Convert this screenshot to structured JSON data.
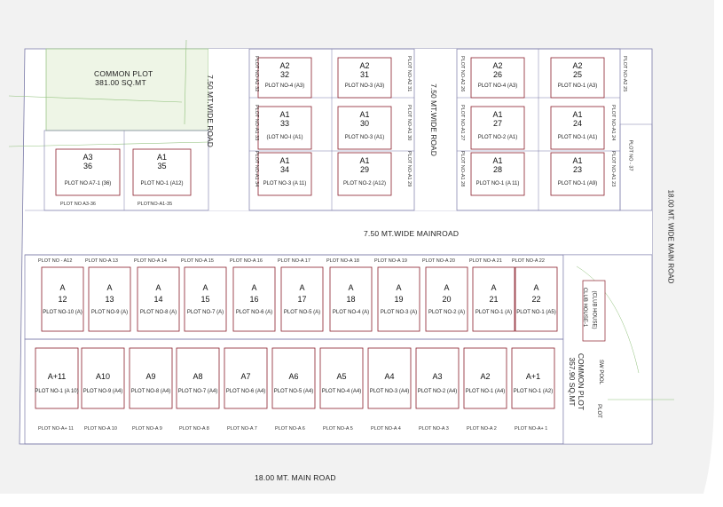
{
  "common_plot_top": {
    "title": "COMMON PLOT",
    "area": "381.00 SQ.MT"
  },
  "common_plot_right": {
    "title": "COMMON PLOT",
    "area": "357.90 SQ.MT"
  },
  "roads": {
    "left_vertical": "7.50 MT.WIDE ROAD",
    "center_vertical": "7.50 MT.WIDE ROAD",
    "main_horizontal": "7.50 MT.WIDE MAINROAD",
    "east_main": "18.00 MT. WIDE MAIN ROAD",
    "south_main": "18.00  MT. MAIN ROAD"
  },
  "clubhouse": {
    "label1": "CLUB HOUSE-1",
    "label2": "(CLUB HOUSE)",
    "pool": "SW POOL",
    "plot": "PLOT",
    "plot_37": "PLOT NO - 37"
  },
  "top_block_plots": [
    {
      "code": "A2",
      "num": "32",
      "sub": "PLOT NO-4 (A3)",
      "side": "PLOT NO-A2 32"
    },
    {
      "code": "A2",
      "num": "31",
      "sub": "PLOT NO-3 (A3)",
      "side": "PLOT NO-A2 31"
    },
    {
      "code": "A1",
      "num": "33",
      "sub": "(LOT NO-I (A1)",
      "side": "PLOT NO-A1 33"
    },
    {
      "code": "A1",
      "num": "30",
      "sub": "PLOT NO-3 (A1)",
      "side": "PLOT NO-A1 30"
    },
    {
      "code": "A1",
      "num": "34",
      "sub": "PLOT NO-3 (A 11)",
      "side": "PLOT NO-A1 34"
    },
    {
      "code": "A1",
      "num": "29",
      "sub": "PLOT NO-2 (A12)",
      "side": "PLOT NO-A1 29"
    },
    {
      "code": "A2",
      "num": "26",
      "sub": "PLOT NO-4 (A3)",
      "side": "PLOT NO-A2 26"
    },
    {
      "code": "A2",
      "num": "25",
      "sub": "PLOT NO-1 (A3)",
      "side": "PLOT NO-A2 25"
    },
    {
      "code": "A1",
      "num": "27",
      "sub": "PLOT NO-2 (A1)",
      "side": "PLOT NO-A1 27"
    },
    {
      "code": "A1",
      "num": "24",
      "sub": "PLOT NO-1 (A1)",
      "side": "PLOT NO-A1 24"
    },
    {
      "code": "A1",
      "num": "28",
      "sub": "PLOT NO-1 (A 11)",
      "side": "PLOT NO-A1 28"
    },
    {
      "code": "A1",
      "num": "23",
      "sub": "PLOT NO-1 (A9)",
      "side": "PLOT NO-A1 23"
    },
    {
      "code": "A3",
      "num": "36",
      "sub": "PLOT NO A7-1 (36)",
      "side": "PLOT NO A3-36"
    },
    {
      "code": "A1",
      "num": "35",
      "sub": "PLOT NO-1 (A12)",
      "side": "PLOTNO-A1-35"
    }
  ],
  "middle_row": [
    {
      "head": "PLOT NO - A12",
      "code": "A",
      "num": "12",
      "sub": "PLOT NO-10 (A)"
    },
    {
      "head": "PLOT NO-A 13",
      "code": "A",
      "num": "13",
      "sub": "PLOT NO-9 (A)"
    },
    {
      "head": "PLOT NO-A 14",
      "code": "A",
      "num": "14",
      "sub": "PLOT NO-8 (A)"
    },
    {
      "head": "PLOT NO-A 15",
      "code": "A",
      "num": "15",
      "sub": "PLOT NO-7 (A)"
    },
    {
      "head": "PLOT NO-A 16",
      "code": "A",
      "num": "16",
      "sub": "PLOT NO-6 (A)"
    },
    {
      "head": "PLOT NO-A 17",
      "code": "A",
      "num": "17",
      "sub": "PLOT NO-5 (A)"
    },
    {
      "head": "PLOT NO-A 18",
      "code": "A",
      "num": "18",
      "sub": "PLOT NO-4 (A)"
    },
    {
      "head": "PLOT NO-A 19",
      "code": "A",
      "num": "19",
      "sub": "PLOT NO-3 (A)"
    },
    {
      "head": "PLOT NO-A 20",
      "code": "A",
      "num": "20",
      "sub": "PLOT NO-2 (A)"
    },
    {
      "head": "PLOT NO-A 21",
      "code": "A",
      "num": "21",
      "sub": "PLOT NO-1 (A)"
    },
    {
      "head": "PLOT NO-A 22",
      "code": "A",
      "num": "22",
      "sub": "PLOT NO-1 (A5)"
    }
  ],
  "bottom_row": [
    {
      "code": "A+11",
      "sub": "PLOT NO-1 (A 10)",
      "foot": "PLOT NO-A+ 11"
    },
    {
      "code": "A10",
      "sub": "PLOT NO-9 (A4)",
      "foot": "PLOT NO-A 10"
    },
    {
      "code": "A9",
      "sub": "PLOT NO-8 (A4)",
      "foot": "PLOT NO-A 9"
    },
    {
      "code": "A8",
      "sub": "PLOT NO-7 (A4)",
      "foot": "PLOT NO-A 8"
    },
    {
      "code": "A7",
      "sub": "PLOT NO-6 (A4)",
      "foot": "PLOT NO-A 7"
    },
    {
      "code": "A6",
      "sub": "PLOT NO-5 (A4)",
      "foot": "PLOT NO-A 6"
    },
    {
      "code": "A5",
      "sub": "PLOT NO-4 (A4)",
      "foot": "PLOT NO-A 5"
    },
    {
      "code": "A4",
      "sub": "PLOT NO-3 (A4)",
      "foot": "PLOT NO-A 4"
    },
    {
      "code": "A3",
      "sub": "PLOT NO-2 (A4)",
      "foot": "PLOT NO-A 3"
    },
    {
      "code": "A2",
      "sub": "PLOT NO-1 (A4)",
      "foot": "PLOT NO-A 2"
    },
    {
      "code": "A+1",
      "sub": "PLOT NO-1 (A2)",
      "foot": "PLOT NO-A+ 1"
    }
  ],
  "colors": {
    "plot_line": "#7a7aa8",
    "green_line": "#8fc07a",
    "common_fill": "#eef5e6",
    "box_line": "#8a1f2b",
    "road_fill": "#f2f2f2"
  }
}
